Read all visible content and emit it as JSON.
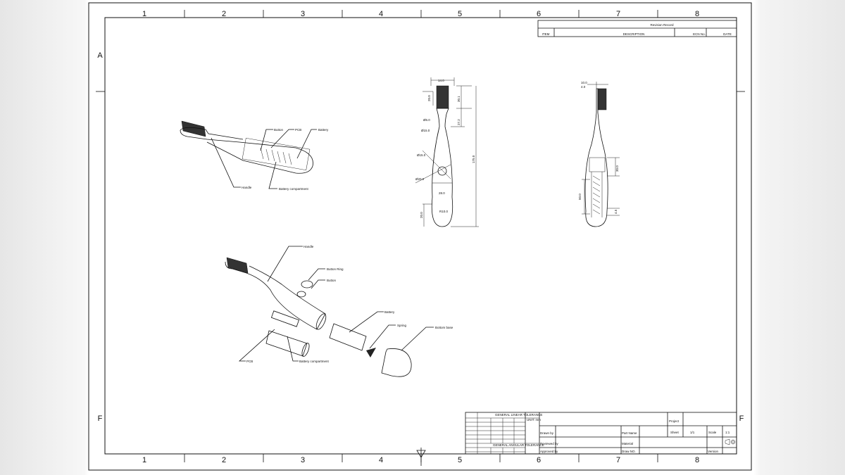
{
  "sheet": {
    "columns": [
      "1",
      "2",
      "3",
      "4",
      "5",
      "6",
      "7",
      "8"
    ],
    "rows_left": [
      "A",
      "F"
    ],
    "rows_right": [
      "F"
    ]
  },
  "revision_record": {
    "title": "Revision Record",
    "headers": [
      "ITEM",
      "DESCRIPTION",
      "ECN No.",
      "DATE"
    ]
  },
  "assembly_view": {
    "labels": {
      "button": "Button",
      "pcb": "PCB",
      "battery": "Battery",
      "handle": "Handle",
      "battery_compartment": "Battery compartment"
    }
  },
  "front_view": {
    "dimensions": [
      "14.0",
      "20.0",
      "30.1",
      "Ø6.0",
      "27.2",
      "Ø15.0",
      "Ø15.0",
      "Ø20.0",
      "175.0",
      "28.0",
      "20.0",
      "R10.0"
    ]
  },
  "side_view": {
    "dimensions": [
      "10.0",
      "4.0",
      "30.0",
      "50.0",
      "4.5"
    ]
  },
  "exploded_view": {
    "labels": {
      "handle": "Handle",
      "button_ring": "Button Ring",
      "button": "Button",
      "battery": "Battery",
      "spring": "Spring",
      "bottom_base": "Bottom base",
      "pcb": "PCB",
      "battery_compartment": "Battery compartment"
    }
  },
  "title_block": {
    "project_label": "Project",
    "sheet_label": "Sheet",
    "sheet_value": "1/1",
    "scale_label": "Scale",
    "scale_value": "1:1",
    "drawn_by": "Drawn by",
    "reviewed_by": "Reviewed by",
    "approved_by": "Approved by",
    "part_name": "Part Name",
    "material": "Material",
    "draw_no": "Draw NO.",
    "version": "Version",
    "tolerance_title": "GENERAL LINEAR TOLERANCE",
    "angular_title": "GENERAL ANGULAR TOLERANCE",
    "unit": "UNIT: mm"
  }
}
